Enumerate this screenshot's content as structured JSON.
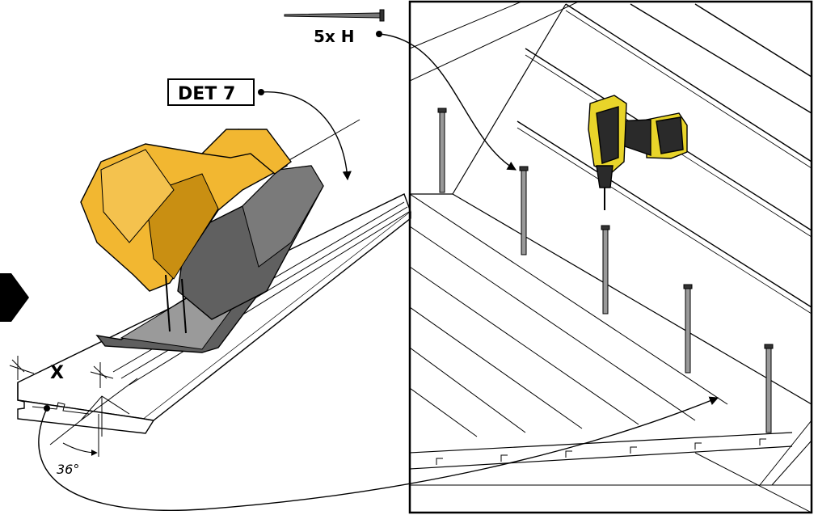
{
  "labels": {
    "detail_ref": "DET 7",
    "screw_count": "5x H",
    "dimension": "X",
    "angle": "36°"
  },
  "colors": {
    "saw_body": "#f2b731",
    "saw_shadow": "#c98f12",
    "blade_grey": "#5b5b5b",
    "drill_yellow": "#e8d42a",
    "drill_dark": "#2a2a2a",
    "line": "#000000",
    "board_fill": "#ffffff"
  },
  "icons": [
    "circular-saw-icon",
    "cordless-drill-icon",
    "screw-icon",
    "arrow-right-icon"
  ]
}
